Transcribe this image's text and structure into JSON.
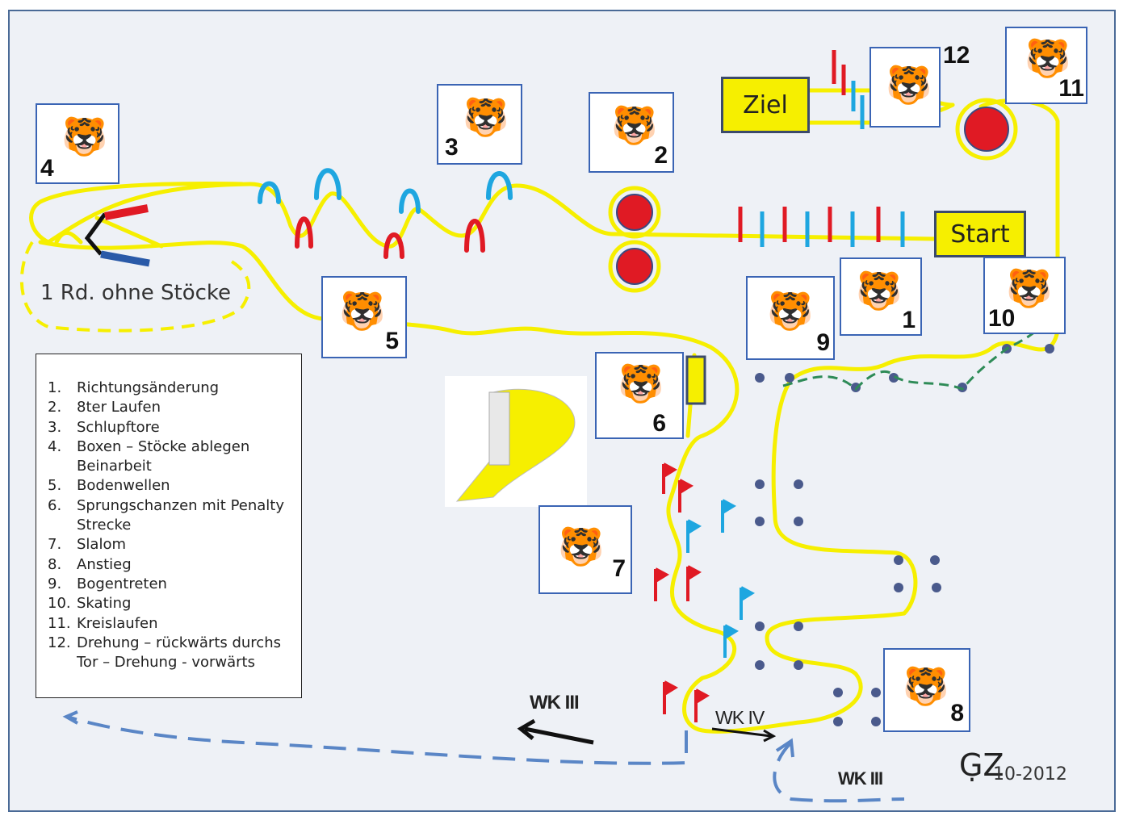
{
  "stations": [
    {
      "number": "4",
      "icon": "tiger-skier-icon"
    },
    {
      "number": "3",
      "icon": "tiger-skier-icon"
    },
    {
      "number": "2",
      "icon": "tiger-skier-icon"
    },
    {
      "number": "12",
      "icon": "tiger-skier-icon"
    },
    {
      "number": "11",
      "icon": "tiger-skier-icon"
    },
    {
      "number": "5",
      "icon": "tiger-skier-icon"
    },
    {
      "number": "9",
      "icon": "tiger-skier-icon"
    },
    {
      "number": "1",
      "icon": "tiger-skier-icon"
    },
    {
      "number": "10",
      "icon": "tiger-skier-icon"
    },
    {
      "number": "6",
      "icon": "tiger-skier-icon"
    },
    {
      "number": "7",
      "icon": "tiger-skier-icon"
    },
    {
      "number": "8",
      "icon": "tiger-skier-icon"
    }
  ],
  "labels": {
    "finish": "Ziel",
    "start": "Start",
    "lap_without_poles": "1 Rd. ohne Stöcke",
    "wk3_left": "WK III",
    "wk4": "WK IV",
    "wk3_bottom": "WK III",
    "signature": "G̣Z",
    "date": "10-2012"
  },
  "legend": [
    {
      "n": "1.",
      "text": "Richtungsänderung"
    },
    {
      "n": "2.",
      "text": "8ter Laufen"
    },
    {
      "n": "3.",
      "text": "Schlupftore"
    },
    {
      "n": "4.",
      "text": "Boxen – Stöcke ablegen Beinarbeit"
    },
    {
      "n": "5.",
      "text": "Bodenwellen"
    },
    {
      "n": "6.",
      "text": "Sprungschanzen mit Penalty Strecke"
    },
    {
      "n": "7.",
      "text": "Slalom"
    },
    {
      "n": "8.",
      "text": "Anstieg"
    },
    {
      "n": "9.",
      "text": "Bogentreten"
    },
    {
      "n": "10.",
      "text": "Skating"
    },
    {
      "n": "11.",
      "text": "Kreislaufen"
    },
    {
      "n": "12.",
      "text": "Drehung – rückwärts durchs Tor – Drehung - vorwärts"
    }
  ],
  "colors": {
    "track": "#f6ef00",
    "red_gate": "#e01a24",
    "blue_gate": "#1ea6e0",
    "dot": "#4a5a8c",
    "green_dash": "#2e8b57",
    "blue_dash": "#5a86c6",
    "frame": "#4a6a96"
  }
}
